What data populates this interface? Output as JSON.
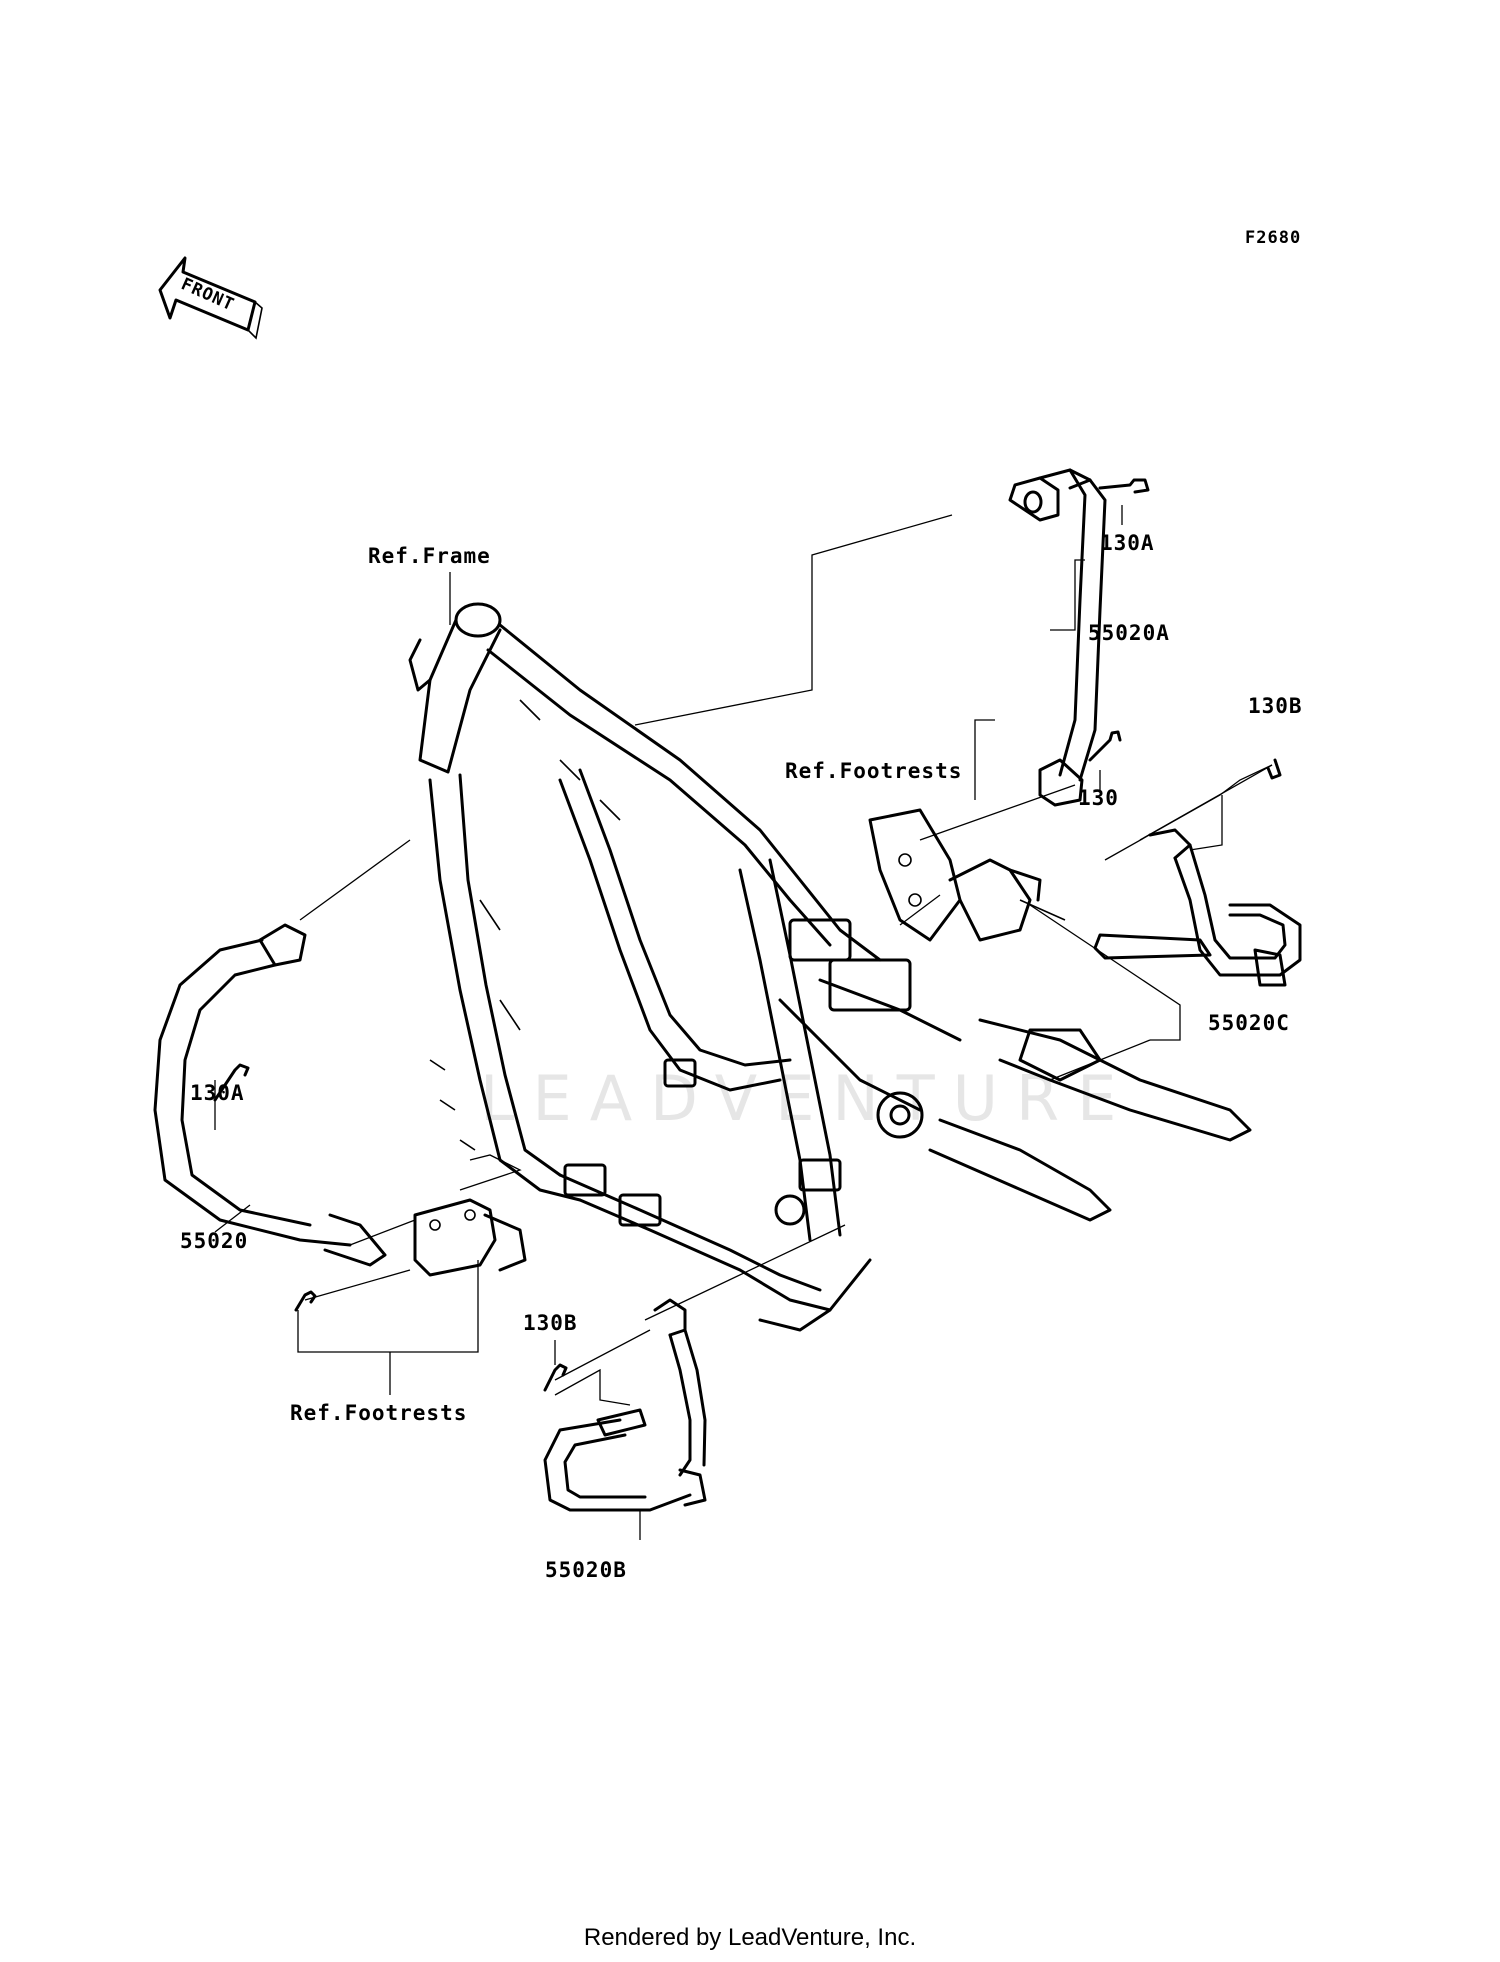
{
  "diagram_code": "F2680",
  "front_arrow_label": "FRONT",
  "watermark": "LEADVENTURE",
  "labels": {
    "ref_frame": "Ref.Frame",
    "ref_footrests_upper": "Ref.Footrests",
    "ref_footrests_lower": "Ref.Footrests",
    "part_130A_top": "130A",
    "part_55020A": "55020A",
    "part_130": "130",
    "part_130B_right": "130B",
    "part_55020C": "55020C",
    "part_130A_left": "130A",
    "part_55020": "55020",
    "part_130B_lower": "130B",
    "part_55020B": "55020B"
  },
  "footer": "Rendered by LeadVenture, Inc."
}
